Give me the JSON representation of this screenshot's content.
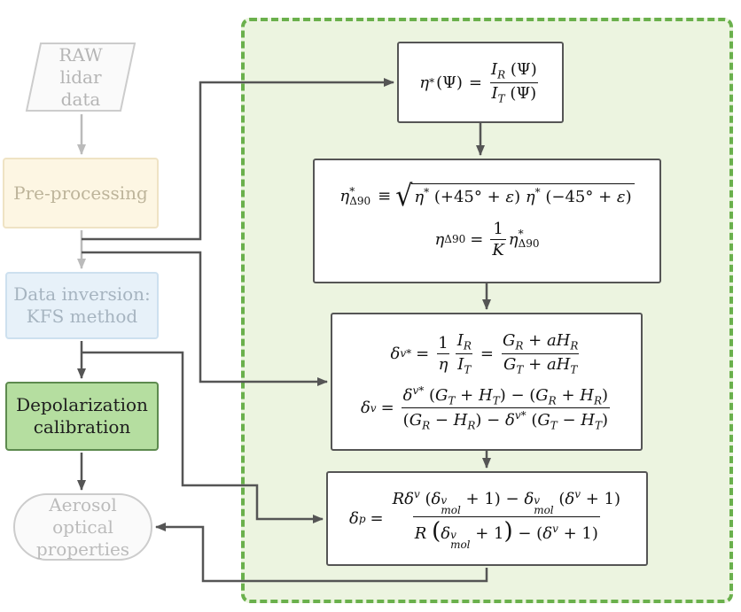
{
  "flowchart": {
    "raw_lidar": "RAW lidar data",
    "pre_processing": "Pre-processing",
    "data_inversion": "Data inversion: KFS method",
    "depolarization": "Depolarization calibration",
    "aerosol": "Aerosol optical properties"
  },
  "equations": {
    "eq1": "η*(Ψ) = I_R(Ψ) / I_T(Ψ)",
    "eq2a": "η*_Δ90 ≡ √(η*(+45°+ε) η*(−45°+ε))",
    "eq2b": "η_Δ90 = (1/K) η*_Δ90",
    "eq3a": "δ^v* = (1/η)(I_R/I_T) = (G_R + aH_R)/(G_T + aH_T)",
    "eq3b": "δ^v = [δ^v*(G_T + H_T) − (G_R + H_R)] / [(G_R − H_R) − δ^v*(G_T − H_T)]",
    "eq4": "δ^p = [Rδ^v(δ^v_mol + 1) − δ^v_mol(δ^v + 1)] / [R(δ^v_mol + 1) − (δ^v + 1)]"
  },
  "colors": {
    "panel_bg": "#ecf4e0",
    "panel_border": "#6ab04c",
    "depolarization_fill": "#b5dea0",
    "arrow": "#555555",
    "faded_arrow": "#bbbbbb"
  }
}
